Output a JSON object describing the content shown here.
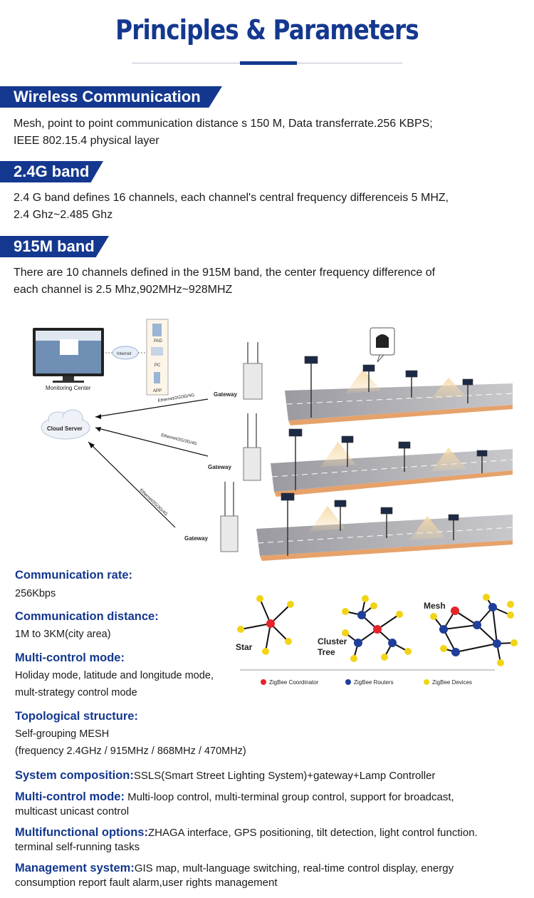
{
  "header": {
    "title": "Principles & Parameters"
  },
  "sections": [
    {
      "heading": "Wireless Communication",
      "lines": [
        "Mesh, point to point communication distance s 150 M, Data transferrate.256 KBPS;",
        "IEEE 802.15.4 physical layer"
      ]
    },
    {
      "heading": "2.4G band",
      "lines": [
        "2.4 G band defines 16 channels, each channel's central frequency differenceis 5 MHZ,",
        "2.4 Ghz~2.485 Ghz"
      ]
    },
    {
      "heading": "915M band",
      "lines": [
        "There are 10 channels defined in the 915M band, the center frequency difference of",
        "each channel is 2.5 Mhz,902MHz~928MHZ"
      ]
    }
  ],
  "network_diagram": {
    "monitoring_center": "Monitoring Center",
    "cloud_server": "Cloud Server",
    "internet": "Internet",
    "devices": [
      "PAD",
      "PC",
      "APP"
    ],
    "links": [
      "Ethernet/2G/3G/4G",
      "Ethernet/2G/3G/4G",
      "Ethernet/2G/3G/4G"
    ],
    "gateways": [
      "Gateway",
      "Gateway",
      "Gateway"
    ]
  },
  "specs": [
    {
      "head": "Communication rate:",
      "lines": [
        "256Kbps"
      ]
    },
    {
      "head": "Communication distance:",
      "lines": [
        "1M to 3KM(city area)"
      ]
    },
    {
      "head": "Multi-control mode:",
      "lines": [
        "Holiday mode, latitude and longitude mode,",
        "mult-strategy control mode"
      ]
    },
    {
      "head": "Topological structure:",
      "lines": [
        "Self-grouping MESH",
        "(frequency 2.4GHz / 915MHz / 868MHz / 470MHz)"
      ]
    }
  ],
  "topology": {
    "star": "Star",
    "cluster_line1": "Cluster",
    "cluster_line2": "Tree",
    "mesh": "Mesh",
    "legend": [
      {
        "label": "ZigBee Coordinator",
        "color": "#e8232a"
      },
      {
        "label": "ZigBee Routers",
        "color": "#1f3f9a"
      },
      {
        "label": "ZigBee Devices",
        "color": "#f2d416"
      }
    ]
  },
  "features": [
    {
      "head": "System composition:",
      "text": "SSLS(Smart Street Lighting System)+gateway+Lamp Controller"
    },
    {
      "head": "Multi-control mode:",
      "text": " Multi-loop control, multi-terminal group control, support for broadcast,",
      "text2": "multicast unicast control"
    },
    {
      "head": "Multifunctional options:",
      "text": "ZHAGA interface, GPS positioning, tilt detection, light control function.",
      "text2": "terminal self-running tasks"
    },
    {
      "head": "Management system:",
      "text": "GIS map, mult-language switching, real-time control display, energy",
      "text2": "consumption report fault alarm,user rights management"
    }
  ],
  "colors": {
    "brand": "#14388f",
    "text": "#1a1a1a"
  }
}
